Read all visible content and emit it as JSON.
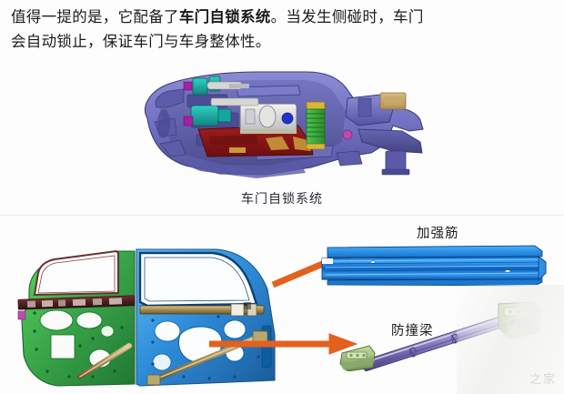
{
  "article": {
    "paragraph_line1_pre": "值得一提的是，它配备了",
    "paragraph_line1_bold": "车门自锁系统",
    "paragraph_line1_post": "。当发生侧碰时，车门",
    "paragraph_line2": "会自动锁止，保证车门与车身整体性。"
  },
  "figures": {
    "lock_assembly": {
      "caption": "车门自锁系统",
      "alt": "door-lock-assembly-cad"
    },
    "door_panels": {
      "alt": "door-inner-panels-cad",
      "rear_panel_color": "#2f9e3f",
      "front_panel_color": "#1f86d8"
    },
    "reinforcement_rib": {
      "label": "加强筋",
      "alt": "reinforcement-rib-cad",
      "color": "#0b6fd6"
    },
    "impact_beam": {
      "label": "防撞梁",
      "alt": "anti-collision-beam-cad",
      "tube_color": "#9a93cf",
      "bracket_color": "#9ab87a"
    }
  },
  "annotations": {
    "arrow_rib": "arrow-to-reinforcement-rib",
    "arrow_beam": "arrow-to-impact-beam",
    "arrow_color": "#e4601f"
  },
  "watermark": {
    "text": "之家"
  },
  "colors": {
    "background": "#ffffff",
    "text": "#1a1a1a",
    "accent_orange": "#e4601f",
    "lock_housing_purple": "#6f6fc0",
    "lock_red": "#8e1616",
    "lock_teal": "#1aa9a0",
    "lock_green": "#3fae3f",
    "lock_tan": "#c6a86a"
  }
}
